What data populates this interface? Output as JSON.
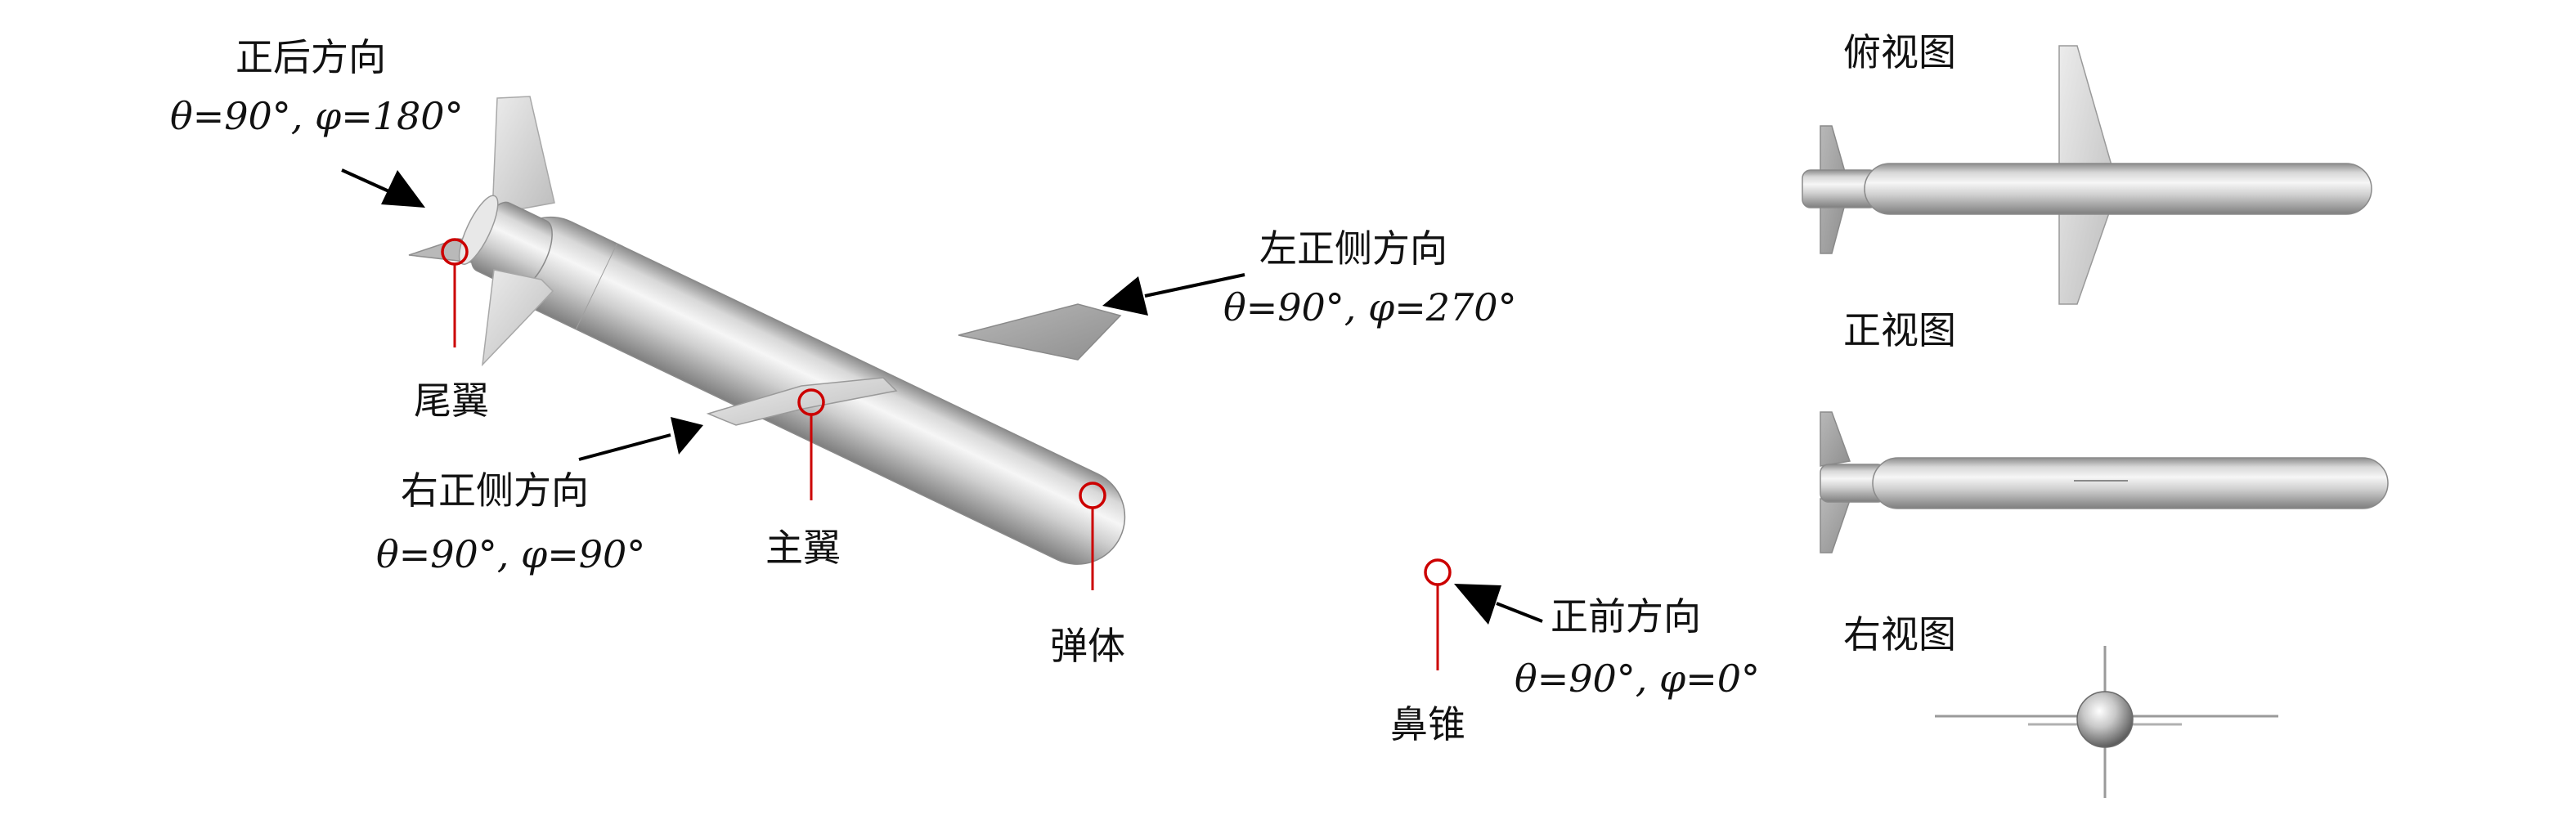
{
  "annotations": {
    "rear": {
      "title": "正后方向",
      "formula": "θ=90°, φ=180°"
    },
    "left_side": {
      "title": "左正侧方向",
      "formula": "θ=90°, φ=270°"
    },
    "right_side": {
      "title": "右正侧方向",
      "formula": "θ=90°, φ=90°"
    },
    "front": {
      "title": "正前方向",
      "formula": "θ=90°, φ=0°"
    }
  },
  "parts": {
    "tail": "尾翼",
    "main_wing": "主翼",
    "body": "弹体",
    "nose": "鼻锥"
  },
  "views": {
    "top": "俯视图",
    "front": "正视图",
    "right": "右视图"
  },
  "colors": {
    "marker": "#cc0000",
    "arrow": "#000000",
    "missile_light": "#f4f4f4",
    "missile_mid": "#c2c2c2",
    "missile_dark": "#7a7a7a",
    "fin": "#d6d6d6"
  }
}
